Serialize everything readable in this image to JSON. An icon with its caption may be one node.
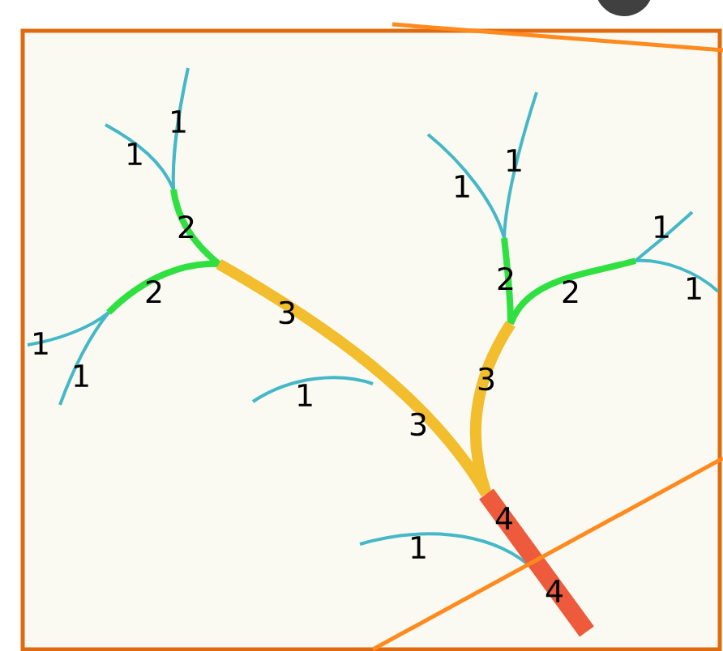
{
  "diagram": {
    "labels": [
      "1",
      "1",
      "1",
      "1",
      "2",
      "1",
      "2",
      "2",
      "2",
      "1",
      "3",
      "1",
      "1",
      "3",
      "1",
      "3",
      "4",
      "1",
      "4"
    ]
  }
}
